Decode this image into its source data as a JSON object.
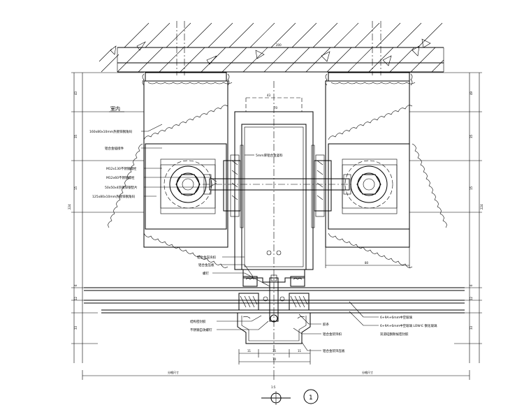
{
  "drawing": {
    "room_label": "室内",
    "detail_number": "1",
    "detail_title": "1:5",
    "colors": {
      "line": "#000000",
      "background": "#ffffff"
    }
  },
  "dimensions": {
    "top_span": "200",
    "left_a": "43",
    "left_b": "35",
    "left_c": "15",
    "left_total": "224",
    "left_d": "6",
    "left_e": "12",
    "left_f": "33",
    "right_a": "49",
    "right_b": "35",
    "right_c": "15",
    "right_total": "224",
    "right_d": "6",
    "right_e": "12",
    "right_f": "33",
    "mullion_depth": "43",
    "mullion_width": "70",
    "plate_width": "80",
    "bottom_left": "11",
    "bottom_mid": "35",
    "bottom_right": "11",
    "bottom_total": "70",
    "bottom_span_left": "分格尺寸",
    "bottom_span_right": "分格尺寸"
  },
  "left_callouts": [
    "160x80x10mm热镀锌钢角码",
    "铝合金插接件",
    "M12x130不锈钢螺栓",
    "M12x60不锈钢螺栓",
    "50x50x4热镀锌钢垫片",
    "125x80x10mm热镀锌钢角码"
  ],
  "mid_callouts": [
    "5mm厚铝合金竖料",
    "铝合金压块扣",
    "铝合金压板",
    "螺钉"
  ],
  "lower_callouts": [
    "结构密封胶",
    "不锈钢自攻螺钉",
    "胶条",
    "铝合金装饰扣",
    "铝合金装饰压板"
  ],
  "right_callouts": [
    "6+9A+6mm中空玻璃",
    "6+9A+6mm中空玻璃 LOW-E 钢化玻璃",
    "双道硅酮耐候密封胶"
  ]
}
